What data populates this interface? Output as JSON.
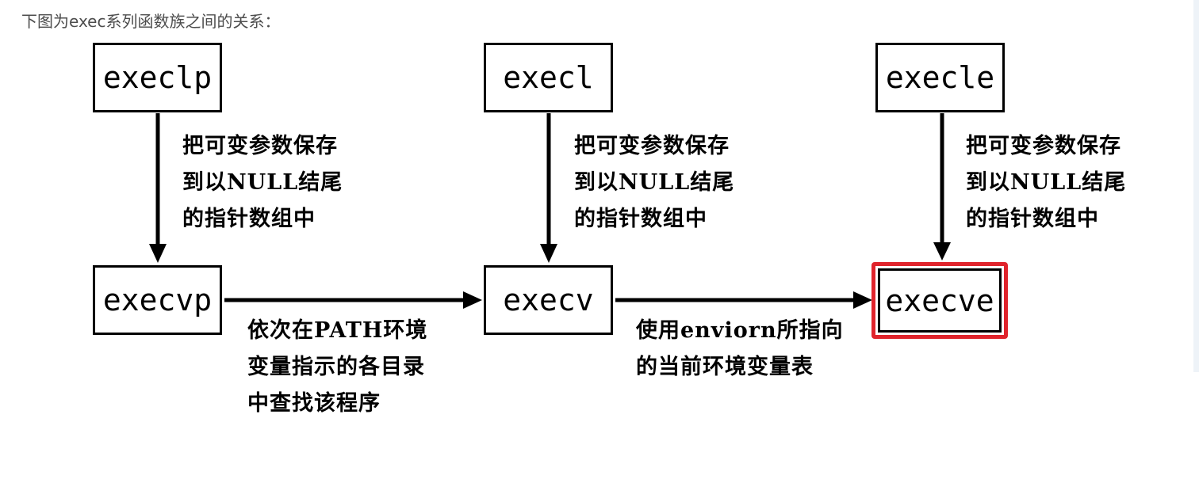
{
  "intro": "下图为exec系列函数族之间的关系：",
  "nodes": {
    "execlp": "execlp",
    "execl": "execl",
    "execle": "execle",
    "execvp": "execvp",
    "execv": "execv",
    "execve": "execve"
  },
  "labels": {
    "down_left": [
      "把可变参数保存",
      "到以NULL结尾",
      "的指针数组中"
    ],
    "down_middle": [
      "把可变参数保存",
      "到以NULL结尾",
      "的指针数组中"
    ],
    "down_right": [
      "把可变参数保存",
      "到以NULL结尾",
      "的指针数组中"
    ],
    "right_first": [
      "依次在PATH环境",
      "变量指示的各目录",
      "中查找该程序"
    ],
    "right_second": [
      "使用enviorn所指向",
      "的当前环境变量表"
    ]
  },
  "colors": {
    "highlight_border": "#e0242c",
    "intro_text": "#4d4d4d",
    "scroll_track": "#eef3f8"
  }
}
